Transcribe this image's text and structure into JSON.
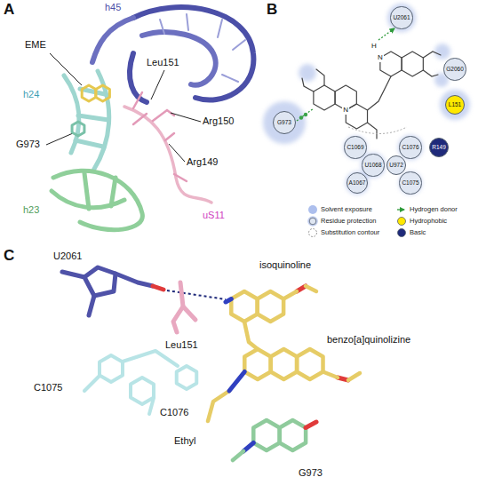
{
  "diagram": {
    "nodes": [
      {
        "text": [
          "U2061"
        ]
      },
      {
        "text": [
          "G973"
        ]
      },
      {
        "text": [
          "G2060"
        ]
      },
      {
        "text": [
          "L151"
        ]
      },
      {
        "text": [
          "C1069"
        ]
      },
      {
        "text": [
          "C1076"
        ]
      },
      {
        "text": [
          "R149"
        ]
      },
      {
        "text": [
          "U1068"
        ]
      },
      {
        "text": [
          "U972"
        ]
      },
      {
        "text": [
          "A1067"
        ]
      },
      {
        "text": [
          "C1075"
        ]
      }
    ],
    "labels": [
      "A",
      "h45",
      "EME",
      "Leu151",
      "Arg150",
      "h24",
      "G973",
      "Arg149",
      "h23",
      "uS11",
      "B",
      "N",
      "H",
      "N",
      "C",
      "U2061",
      "isoquinoline",
      "Leu151",
      "benzo[a]quinolizine",
      "C1075",
      "C1076",
      "Ethyl",
      "G973"
    ],
    "legend": [
      {
        "text": "Solvent exposure",
        "color": "#9fb4ea"
      },
      {
        "text": "Residue protection"
      },
      {
        "text": "Substitution contour"
      },
      {
        "text": "Hydrogen donor"
      },
      {
        "text": "Hydrophobic",
        "color": "#ffe800"
      },
      {
        "text": "Basic",
        "color": "#1f2a7a"
      }
    ]
  }
}
